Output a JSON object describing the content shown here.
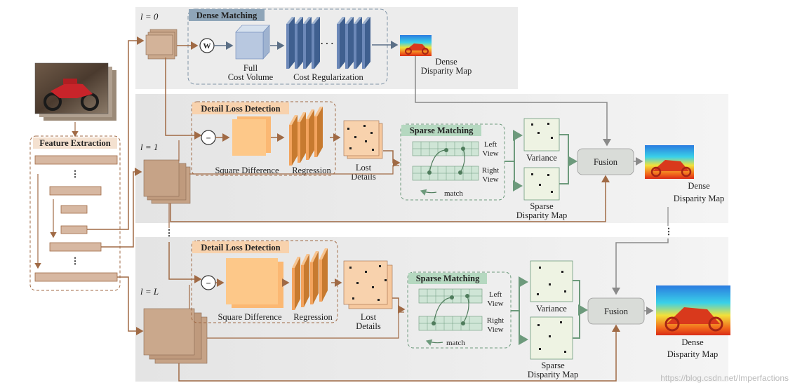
{
  "levels": {
    "l0": "l = 0",
    "l1": "l = 1",
    "lL": "l = L",
    "dots": "⋮"
  },
  "feature_extraction": {
    "title": "Feature Extraction"
  },
  "dense_matching": {
    "title": "Dense Matching",
    "warp_symbol": "W",
    "cost_volume_label_1": "Full",
    "cost_volume_label_2": "Cost Volume",
    "cost_regularization_label": "Cost Regularization",
    "ellipsis": "· · ·",
    "output_label_1": "Dense",
    "output_label_2": "Disparity Map"
  },
  "stage_1": {
    "detail_title": "Detail Loss Detection",
    "minus_symbol": "−",
    "square_difference_label": "Square Difference",
    "regression_label": "Regression",
    "lost_details_label_1": "Lost",
    "lost_details_label_2": "Details",
    "sparse_title": "Sparse Matching",
    "left_view_1": "Left",
    "left_view_2": "View",
    "right_view_1": "Right",
    "right_view_2": "View",
    "match_label": "match",
    "variance_label": "Variance",
    "sparse_map_label_1": "Sparse",
    "sparse_map_label_2": "Disparity Map",
    "fusion_label": "Fusion",
    "output_label_1": "Dense",
    "output_label_2": "Disparity Map"
  },
  "stage_L": {
    "detail_title": "Detail Loss Detection",
    "minus_symbol": "−",
    "square_difference_label": "Square Difference",
    "regression_label": "Regression",
    "lost_details_label_1": "Lost",
    "lost_details_label_2": "Details",
    "sparse_title": "Sparse Matching",
    "left_view_1": "Left",
    "left_view_2": "View",
    "right_view_1": "Right",
    "right_view_2": "View",
    "match_label": "match",
    "variance_label": "Variance",
    "sparse_map_label_1": "Sparse",
    "sparse_map_label_2": "Disparity Map",
    "fusion_label": "Fusion",
    "output_label_1": "Dense",
    "output_label_2": "Disparity Map"
  },
  "watermark": "https://blog.csdn.net/Imperfactions",
  "colors": {
    "panel": "#ececec",
    "arrow_brown": "#a06a45",
    "arrow_blue": "#5b6f86",
    "arrow_green": "#6d9a7c",
    "feature_box": "#d7b8a2",
    "cost_blue": "#6c88b8",
    "regression_orange": "#f3a35d",
    "sqdiff_orange": "#fdc889",
    "details_box": "#f8d2ad",
    "sparse_green": "#b5d8c0",
    "fusion_gray": "#d9dcd8"
  }
}
